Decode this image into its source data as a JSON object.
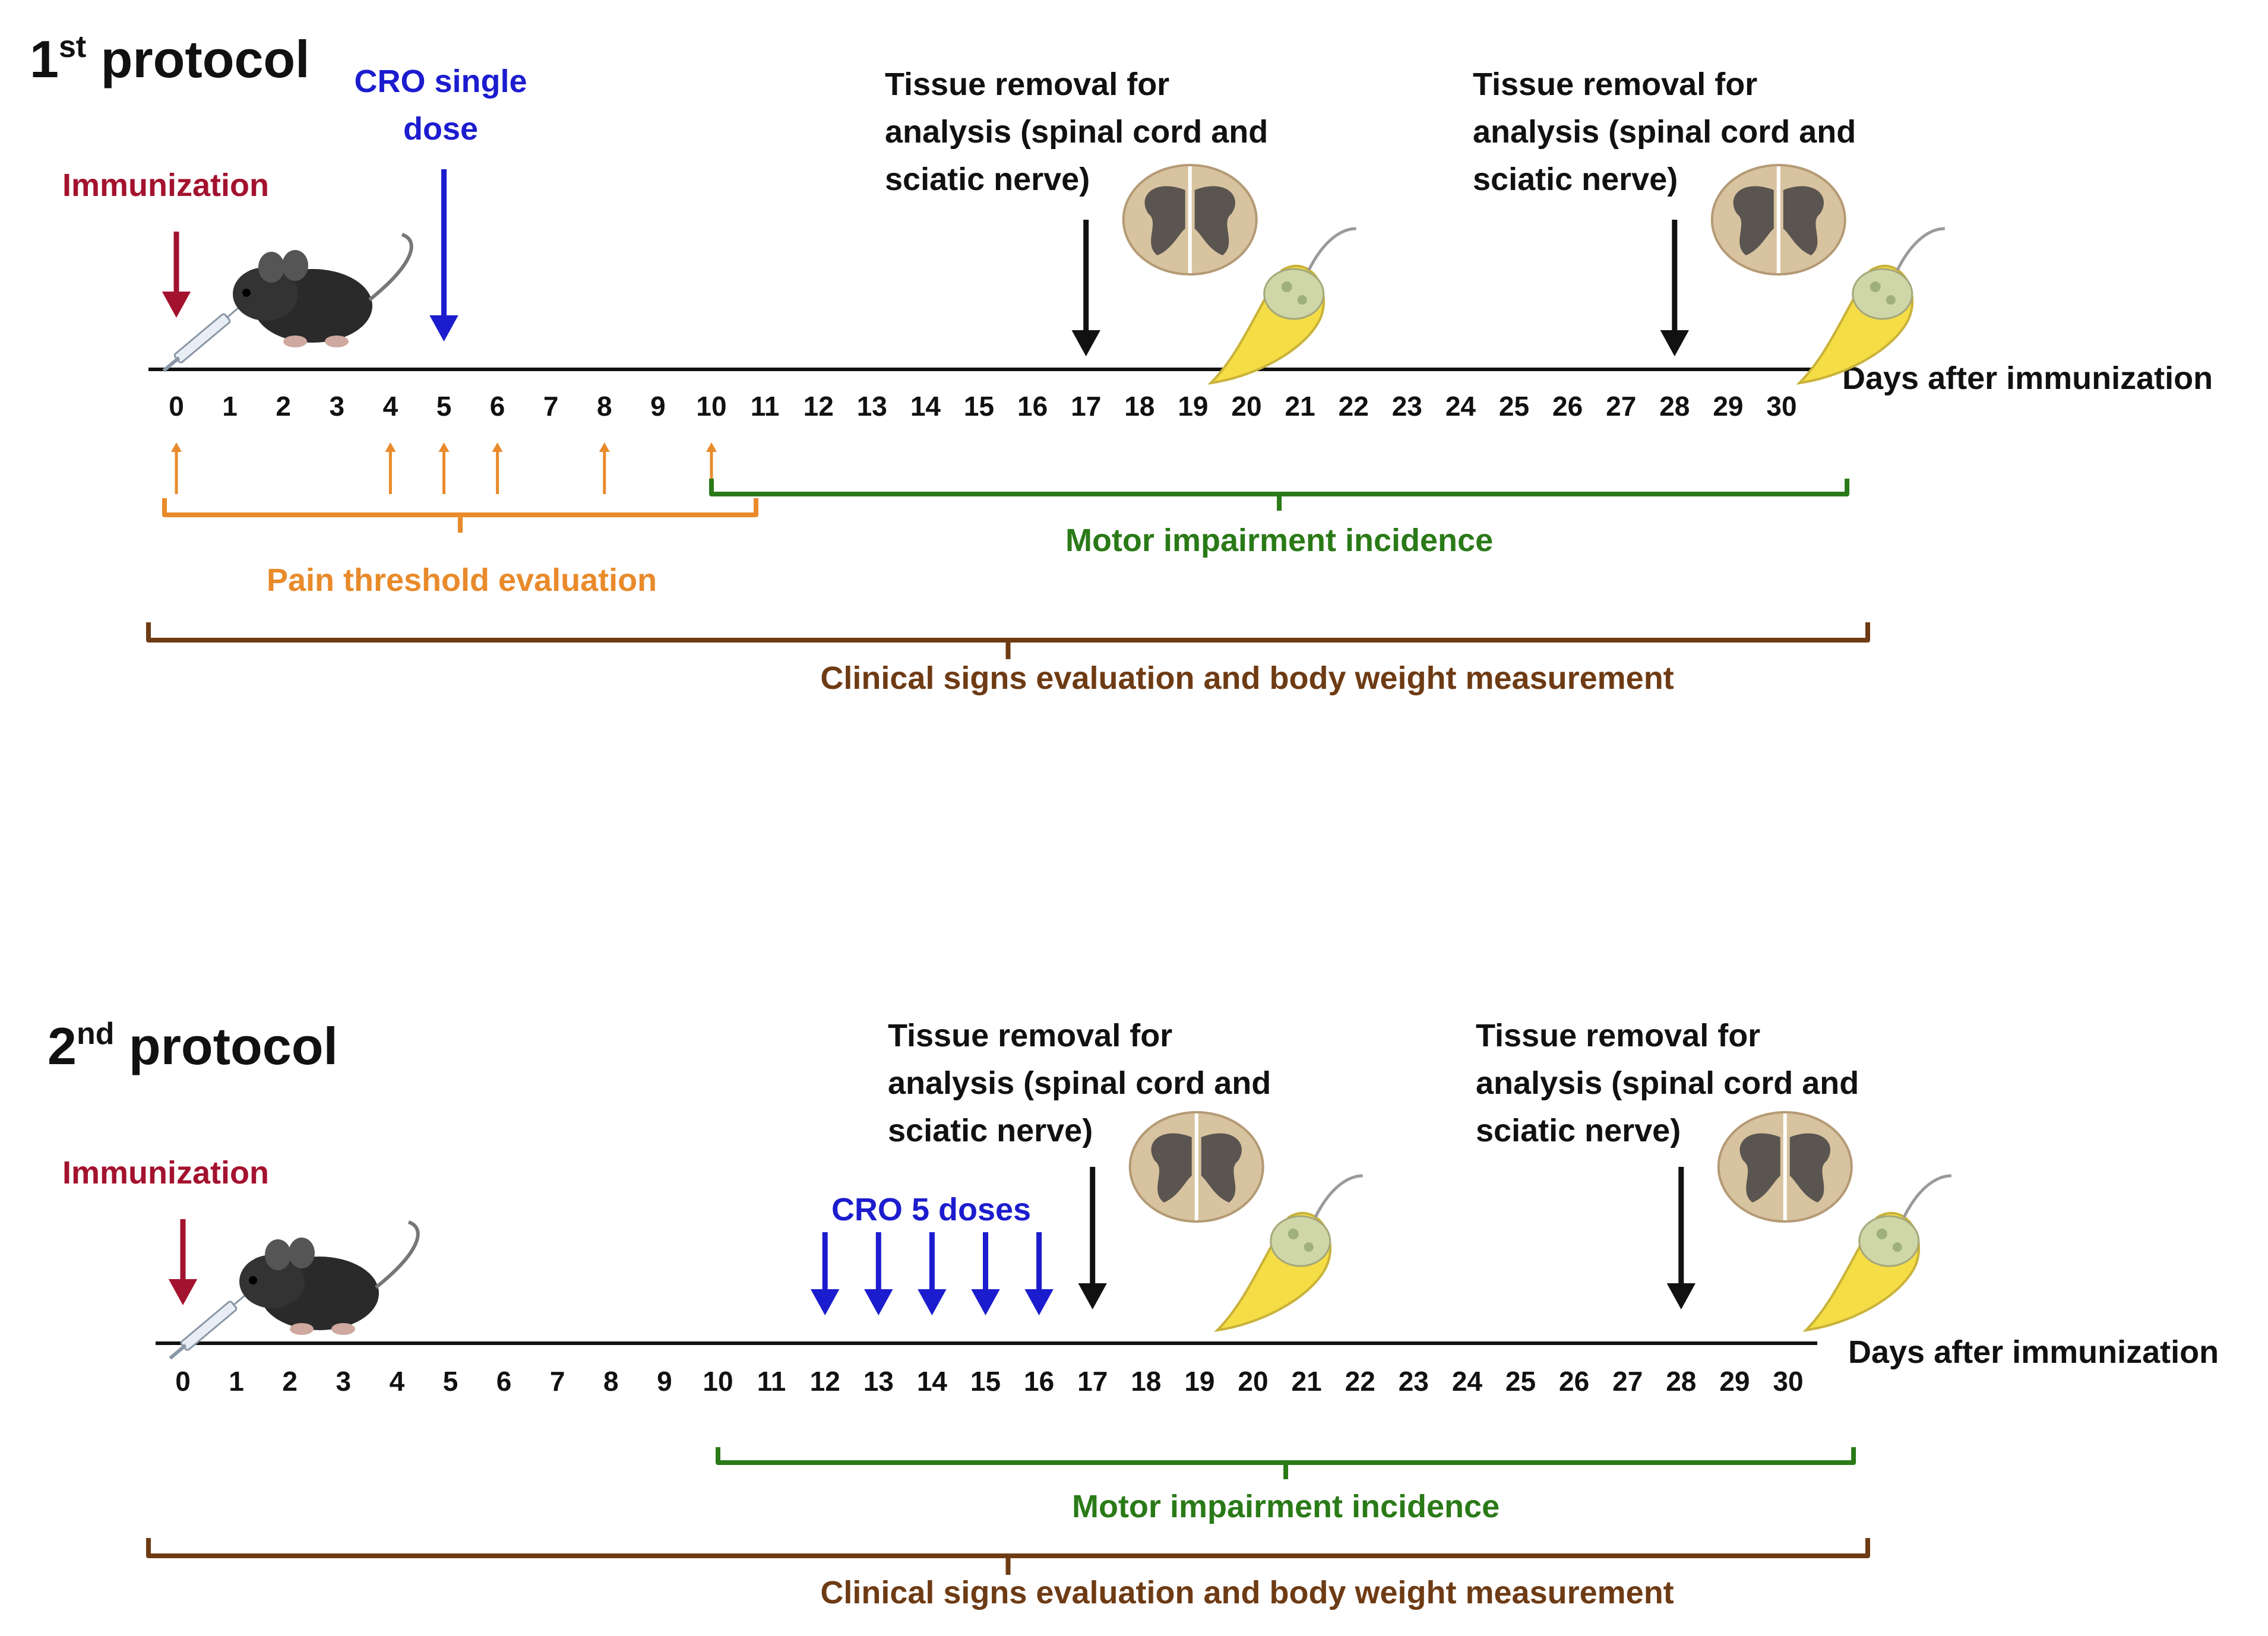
{
  "colors": {
    "immunization": "#a3122e",
    "cro": "#1c1ccf",
    "pain": "#e98a2b",
    "motor": "#2a7a17",
    "clinical": "#6e3b14",
    "tissue": "#111111",
    "axis": "#111111"
  },
  "icons": {
    "mouse": "mouse-icon",
    "syringe": "syringe-icon",
    "spinal_cord": "spinal-cord-icon",
    "sciatic_nerve": "sciatic-nerve-icon"
  },
  "axis": {
    "label": "Days after immunization",
    "day_min": 0,
    "day_max": 30
  },
  "protocols": [
    {
      "title_prefix": "1",
      "title_sup": "st",
      "title_rest": " protocol",
      "immunization": {
        "label": "Immunization",
        "day": 0
      },
      "cro": {
        "label_lines": [
          "CRO single",
          "dose"
        ],
        "days": [
          5
        ]
      },
      "tissue": [
        {
          "day": 17,
          "lines": [
            "Tissue removal for",
            "analysis (spinal cord and",
            "sciatic nerve)"
          ]
        },
        {
          "day": 28,
          "lines": [
            "Tissue removal for",
            "analysis (spinal cord and",
            "sciatic nerve)"
          ]
        }
      ],
      "pain": {
        "label": "Pain threshold evaluation",
        "days": [
          0,
          4,
          5,
          6,
          8,
          10
        ],
        "range": [
          0,
          10
        ]
      },
      "motor": {
        "label": "Motor impairment incidence",
        "range": [
          10,
          31
        ]
      },
      "clinical": {
        "label": "Clinical signs evaluation and body weight measurement",
        "range": [
          0,
          31
        ]
      }
    },
    {
      "title_prefix": "2",
      "title_sup": "nd",
      "title_rest": " protocol",
      "immunization": {
        "label": "Immunization",
        "day": 0
      },
      "cro": {
        "label_lines": [
          "CRO 5 doses"
        ],
        "days": [
          12,
          13,
          14,
          15,
          16
        ]
      },
      "tissue": [
        {
          "day": 17,
          "lines": [
            "Tissue removal for",
            "analysis (spinal cord and",
            "sciatic nerve)"
          ]
        },
        {
          "day": 28,
          "lines": [
            "Tissue removal for",
            "analysis (spinal cord and",
            "sciatic nerve)"
          ]
        }
      ],
      "motor": {
        "label": "Motor impairment incidence",
        "range": [
          10,
          31
        ]
      },
      "clinical": {
        "label": "Clinical signs evaluation and body weight measurement",
        "range": [
          0,
          31
        ]
      }
    }
  ]
}
